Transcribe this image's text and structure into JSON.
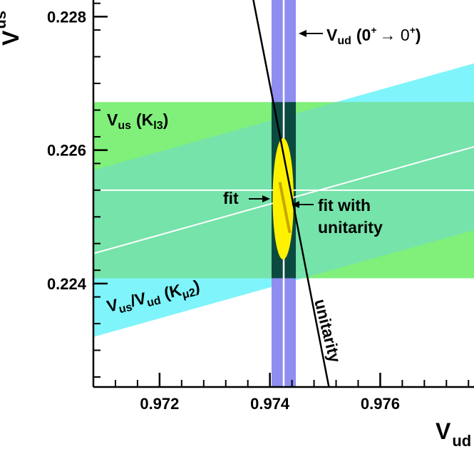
{
  "chart_data": {
    "type": "band-plot",
    "xlabel": {
      "main": "V",
      "sub": "ud"
    },
    "ylabel": {
      "main": "V",
      "sub": "us"
    },
    "xlim": [
      0.9708,
      0.9777
    ],
    "ylim": [
      0.22245,
      0.22825
    ],
    "x_ticks": [
      {
        "value": 0.972,
        "label": "0.972"
      },
      {
        "value": 0.974,
        "label": "0.974"
      },
      {
        "value": 0.976,
        "label": "0.976"
      }
    ],
    "y_ticks": [
      {
        "value": 0.228,
        "label": "0.228"
      },
      {
        "value": 0.226,
        "label": "0.226"
      },
      {
        "value": 0.224,
        "label": "0.224"
      }
    ],
    "bands": {
      "vud_0plus": {
        "center": 0.97425,
        "half_width": 0.00022,
        "color": "#8f8ef0",
        "label": "V",
        "label_sub": "ud",
        "label_rest": "(0",
        "label_sup1": "+",
        "label_arrow": "→ 0",
        "label_sup2": "+",
        "label_close": ")"
      },
      "vus_kl3": {
        "center": 0.2254,
        "half_width": 0.00132,
        "color": "#80f07a",
        "label": "V",
        "label_sub": "us",
        "label_rest": "(K",
        "label_sub2": "l3",
        "label_close": ")"
      },
      "ratio_kmu2": {
        "x0": 0.9708,
        "y0_center": 0.22445,
        "x1": 0.9777,
        "y1_center": 0.22605,
        "half_width": 0.00125,
        "color": "#7ff4fa",
        "label": "V",
        "label_sub": "us",
        "label_slash": "/V",
        "label_sub2": "ud",
        "label_rest": "(K",
        "label_sub3": "μ2",
        "label_close": ")"
      }
    },
    "overlap_color": "#76e3aa",
    "dark_overlap_color": "#0b4a40",
    "unitarity_line": {
      "points": [
        [
          0.9737,
          0.22825
        ],
        [
          0.97507,
          0.22245
        ]
      ],
      "label": "unitarity"
    },
    "fit": {
      "center": [
        0.97424,
        0.22527
      ],
      "semi_x": 0.00019,
      "semi_y": 0.00091,
      "color": "#fff200",
      "label": "fit"
    },
    "fit_unitarity": {
      "points": [
        [
          0.97418,
          0.22552
        ],
        [
          0.97436,
          0.22476
        ]
      ],
      "label_line1": "fit with",
      "label_line2": "unitarity"
    }
  }
}
